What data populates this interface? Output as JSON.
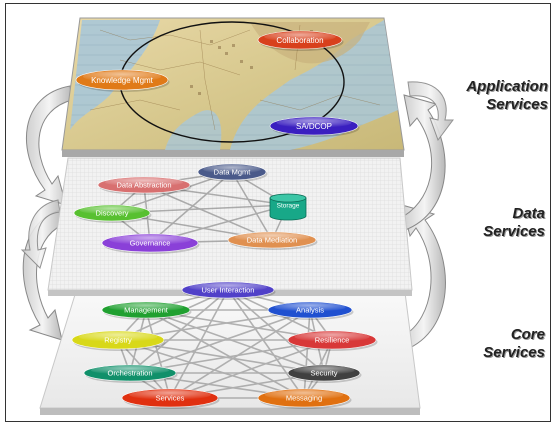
{
  "layers": {
    "application": {
      "label_line1": "Application",
      "label_line2": "Services",
      "nodes": [
        {
          "id": "collaboration",
          "label": "Collaboration",
          "color": "#d8401c"
        },
        {
          "id": "knowledge",
          "label": "Knowledge Mgmt",
          "color": "#e07a18"
        },
        {
          "id": "sadcop",
          "label": "SA/DCOP",
          "color": "#3a1fc0"
        }
      ]
    },
    "data": {
      "label_line1": "Data",
      "label_line2": "Services",
      "nodes": [
        {
          "id": "data-mgmt",
          "label": "Data Mgmt",
          "color": "#4a5a8a"
        },
        {
          "id": "data-abstraction",
          "label": "Data Abstraction",
          "color": "#d87070"
        },
        {
          "id": "discovery",
          "label": "Discovery",
          "color": "#58c030"
        },
        {
          "id": "storage",
          "label": "Storage",
          "color": "#18a888"
        },
        {
          "id": "governance",
          "label": "Governance",
          "color": "#8a40d8"
        },
        {
          "id": "data-mediation",
          "label": "Data Mediation",
          "color": "#e09050"
        }
      ]
    },
    "core": {
      "label_line1": "Core",
      "label_line2": "Services",
      "nodes": [
        {
          "id": "user-interaction",
          "label": "User Interaction",
          "color": "#5040c8"
        },
        {
          "id": "management",
          "label": "Management",
          "color": "#20a030"
        },
        {
          "id": "analysis",
          "label": "Analysis",
          "color": "#2050d0"
        },
        {
          "id": "registry",
          "label": "Registry",
          "color": "#d8d818"
        },
        {
          "id": "resilience",
          "label": "Resilience",
          "color": "#d83838"
        },
        {
          "id": "orchestration",
          "label": "Orchestration",
          "color": "#10906a"
        },
        {
          "id": "security",
          "label": "Security",
          "color": "#404040"
        },
        {
          "id": "services",
          "label": "Services",
          "color": "#e03010"
        },
        {
          "id": "messaging",
          "label": "Messaging",
          "color": "#e07010"
        }
      ]
    }
  }
}
